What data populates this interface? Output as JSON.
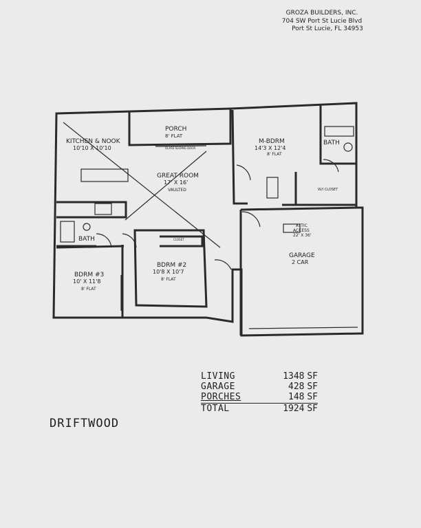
{
  "builder": {
    "name": "GROZA BUILDERS, INC.",
    "address": "704 SW Port St Lucie Blvd",
    "city": "Port St Lucie, FL 34953"
  },
  "rooms": {
    "kitchen": {
      "name": "KITCHEN & NOOK",
      "size": "10'10 X 10'10"
    },
    "porch": {
      "name": "PORCH",
      "note": "8' FLAT"
    },
    "great_room": {
      "name": "GREAT ROOM",
      "size": "17' X 16'",
      "note": "VAULTED"
    },
    "master": {
      "name": "M-BDRM",
      "size": "14'3 X 12'4",
      "note": "8' FLAT"
    },
    "master_bath": {
      "name": "BATH"
    },
    "walk_in_closet": {
      "name": "W/I CLOSET"
    },
    "bath": {
      "name": "BATH"
    },
    "bdrm3": {
      "name": "BDRM #3",
      "size": "10' X 11'8",
      "note": "8' FLAT"
    },
    "bdrm2": {
      "name": "BDRM #2",
      "size": "10'8 X 10'7",
      "note": "8' FLAT"
    },
    "garage": {
      "name": "GARAGE",
      "sub": "2 CAR",
      "attic": "ATTIC",
      "access": "ACCESS",
      "attic_size": "22' X 36'"
    },
    "closet_label": "CLOSET",
    "sliding_door": "GLASS SLIDING DOOR"
  },
  "areas": [
    {
      "label": "LIVING",
      "value": "1348",
      "unit": "SF"
    },
    {
      "label": "GARAGE",
      "value": "428",
      "unit": "SF"
    },
    {
      "label": "PORCHES",
      "value": "148",
      "unit": "SF"
    },
    {
      "label": "TOTAL",
      "value": "1924",
      "unit": "SF"
    }
  ],
  "model_name": "DRIFTWOOD"
}
